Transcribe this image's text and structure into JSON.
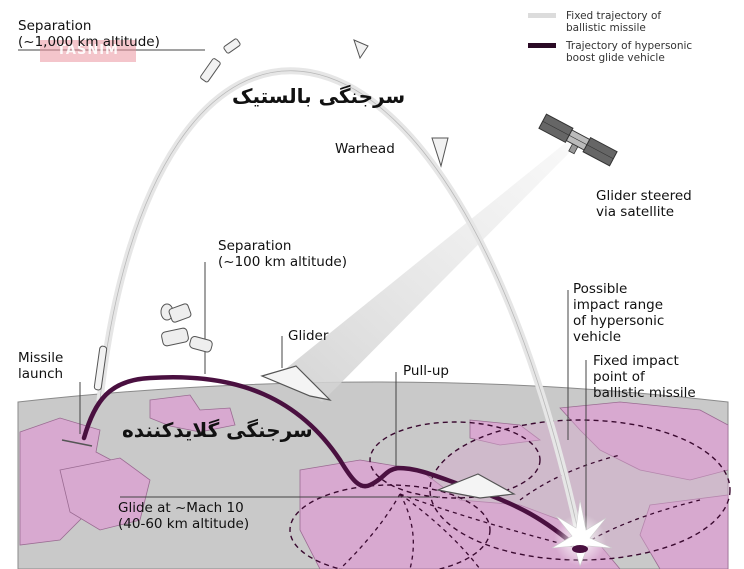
{
  "legend": {
    "ballistic": "Fixed trajectory of\nballistic missile",
    "hypersonic": "Trajectory of hypersonic\nboost glide vehicle"
  },
  "watermark": "TASNIM",
  "titles": {
    "ballistic_fa": "سرجنگی بالستیک",
    "glide_fa": "سرجنگی گلایدکننده"
  },
  "labels": {
    "separation_high": "Separation\n(~1,000 km altitude)",
    "warhead": "Warhead",
    "glider_steered": "Glider steered\nvia satellite",
    "separation_low": "Separation\n(~100 km altitude)",
    "possible_impact": "Possible\nimpact range\nof hypersonic\nvehicle",
    "missile_launch": "Missile\nlaunch",
    "glider": "Glider",
    "pull_up": "Pull-up",
    "fixed_impact": "Fixed impact\npoint of\nballistic missile",
    "glide": "Glide at ~Mach 10\n(40-60 km altitude)"
  },
  "colors": {
    "ballistic_path": "#e4e4e4",
    "glide_path": "#4a1040",
    "land": "#d7a8cf",
    "ocean": "#c9c9c9"
  }
}
